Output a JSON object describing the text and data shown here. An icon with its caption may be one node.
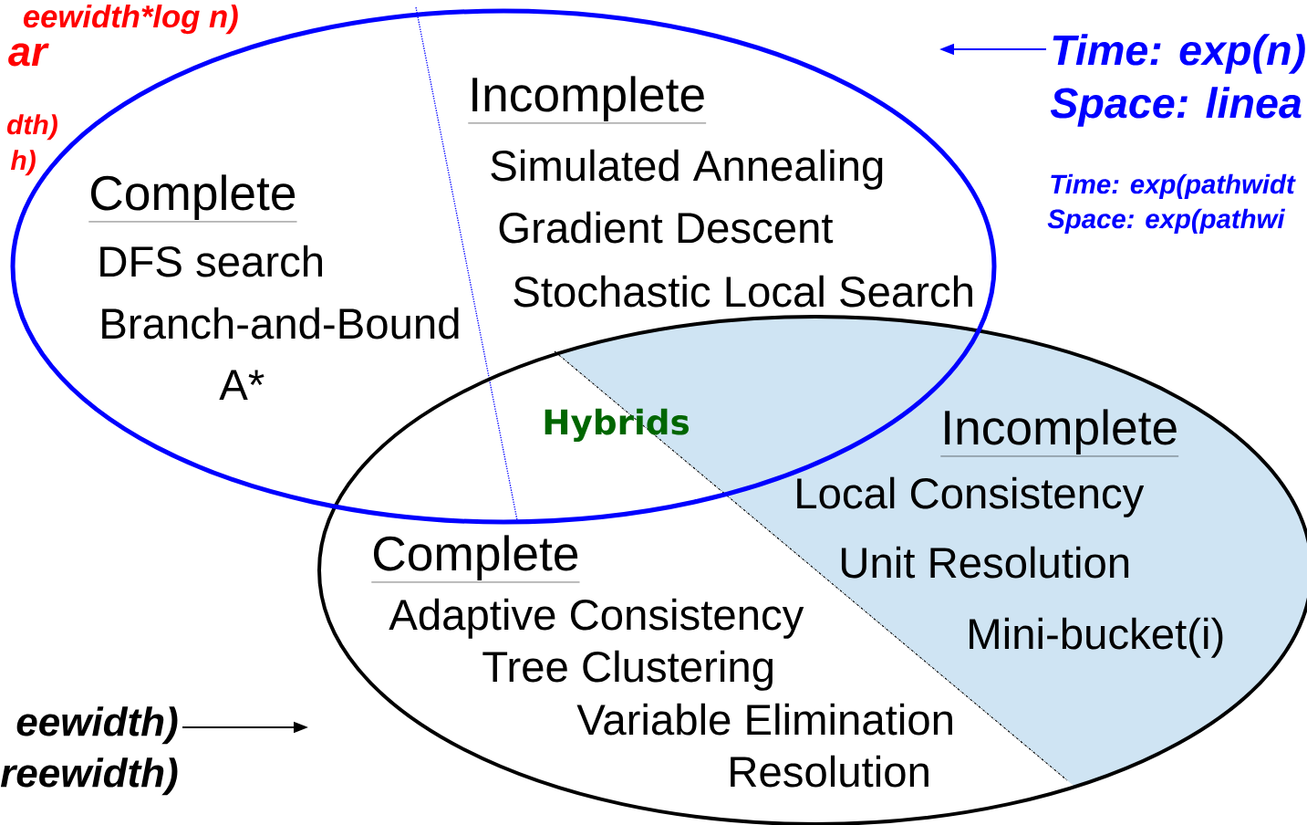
{
  "diagram": {
    "nodes": [
      {
        "text": [
          "Incomplete",
          "Simulated Annealing",
          "Complete",
          "Gradient Descent",
          "DFS search",
          "Stochastic Local Search",
          "Branch-and-Bound",
          "A*"
        ]
      },
      {
        "text": [
          "Incomplete",
          "Local Consistency",
          "Complete",
          "Unit Resolution",
          "Adaptive Consistency",
          "Mini-bucket(i)",
          "Tree Clustering",
          "Variable Elimination",
          "Resolution"
        ]
      },
      {
        "text": [
          "Time: exp(n)",
          "Space: linea"
        ]
      },
      {
        "text": [
          "eewidth)",
          "reewidth)"
        ]
      }
    ],
    "edges": [
      {
        "from": 2,
        "to": null,
        "arrow": "to",
        "color": "#0000ff"
      },
      {
        "from": 3,
        "to": null,
        "arrow": "to",
        "color": "#000000"
      }
    ],
    "labels": [
      "eewidth*log n)",
      "ar",
      "dth)",
      "h)",
      "Time: exp(pathwidt",
      "Space: exp(pathwi",
      "Hybrids"
    ]
  }
}
